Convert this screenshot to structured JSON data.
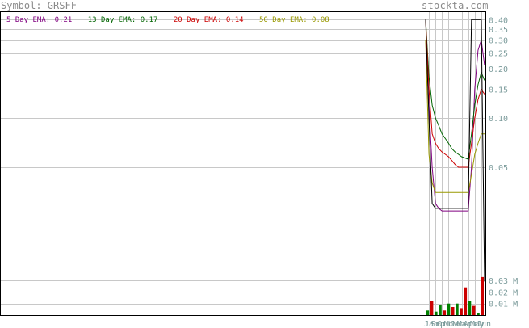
{
  "header": {
    "symbol_label": "Symbol: GRSFF",
    "brand": "stockta.com"
  },
  "colors": {
    "ema5": "#800080",
    "ema13": "#006400",
    "ema20": "#cc0000",
    "ema50": "#999900",
    "price": "#000000",
    "grid": "#c8c8c8",
    "axis_text": "#7a9a9a",
    "vol_up": "#008000",
    "vol_down": "#cc0000"
  },
  "chart_data": [
    {
      "type": "line",
      "scale": "log",
      "legend_placement": "top-left",
      "grid": true,
      "series": [
        {
          "name": "5 Day EMA",
          "legend_value": "0.21",
          "color": "#800080",
          "values": [
            0.3,
            0.12,
            0.05,
            0.03,
            0.028,
            0.027,
            0.027,
            0.027,
            0.027,
            0.027,
            0.027,
            0.027,
            0.027,
            0.027,
            0.05,
            0.15,
            0.26,
            0.3,
            0.21
          ]
        },
        {
          "name": "13 Day EMA",
          "legend_value": "0.17",
          "color": "#006400",
          "values": [
            0.4,
            0.18,
            0.12,
            0.1,
            0.09,
            0.08,
            0.075,
            0.07,
            0.065,
            0.062,
            0.06,
            0.058,
            0.057,
            0.056,
            0.08,
            0.12,
            0.16,
            0.19,
            0.17
          ]
        },
        {
          "name": "20 Day EMA",
          "legend_value": "0.14",
          "color": "#cc0000",
          "values": [
            0.4,
            0.15,
            0.08,
            0.07,
            0.065,
            0.062,
            0.06,
            0.058,
            0.055,
            0.052,
            0.05,
            0.05,
            0.05,
            0.05,
            0.07,
            0.1,
            0.13,
            0.15,
            0.14
          ]
        },
        {
          "name": "50 Day EMA",
          "legend_value": "0.08",
          "color": "#999900",
          "values": [
            0.3,
            0.06,
            0.04,
            0.035,
            0.035,
            0.035,
            0.035,
            0.035,
            0.035,
            0.035,
            0.035,
            0.035,
            0.035,
            0.035,
            0.045,
            0.06,
            0.07,
            0.08,
            0.08
          ]
        },
        {
          "name": "",
          "color": "#000000",
          "values": [
            0.4,
            0.1,
            0.03,
            0.028,
            0.028,
            0.028,
            0.028,
            0.028,
            0.028,
            0.028,
            0.028,
            0.028,
            0.028,
            0.028,
            0.4,
            0.4,
            0.4,
            0.4,
            0.01
          ]
        }
      ],
      "y_ticks": [
        "0.40",
        "0.35",
        "0.30",
        "0.25",
        "0.20",
        "0.15",
        "0.10",
        "0.05"
      ],
      "y_tick_values": [
        0.4,
        0.35,
        0.3,
        0.25,
        0.2,
        0.15,
        0.1,
        0.05
      ],
      "ylim": [
        0.011,
        0.45
      ]
    },
    {
      "type": "bar",
      "ylim": [
        0,
        0.035
      ],
      "y_ticks": [
        "0.03 M",
        "0.02 M",
        "0.01 M"
      ],
      "y_tick_values": [
        0.03,
        0.02,
        0.01
      ],
      "x_ticks": [
        "Jan",
        "Sep",
        "Oct",
        "Nov",
        "Jan",
        "Mar",
        "Apr",
        "May",
        "Jun"
      ],
      "bars": [
        {
          "v": 0.004,
          "c": "g"
        },
        {
          "v": 0.012,
          "c": "r"
        },
        {
          "v": 0.003,
          "c": "g"
        },
        {
          "v": 0.009,
          "c": "g"
        },
        {
          "v": 0.004,
          "c": "r"
        },
        {
          "v": 0.01,
          "c": "g"
        },
        {
          "v": 0.007,
          "c": "r"
        },
        {
          "v": 0.01,
          "c": "g"
        },
        {
          "v": 0.006,
          "c": "r"
        },
        {
          "v": 0.024,
          "c": "r"
        },
        {
          "v": 0.012,
          "c": "g"
        },
        {
          "v": 0.008,
          "c": "r"
        },
        {
          "v": 0.002,
          "c": "g"
        },
        {
          "v": 0.033,
          "c": "r"
        }
      ]
    }
  ]
}
